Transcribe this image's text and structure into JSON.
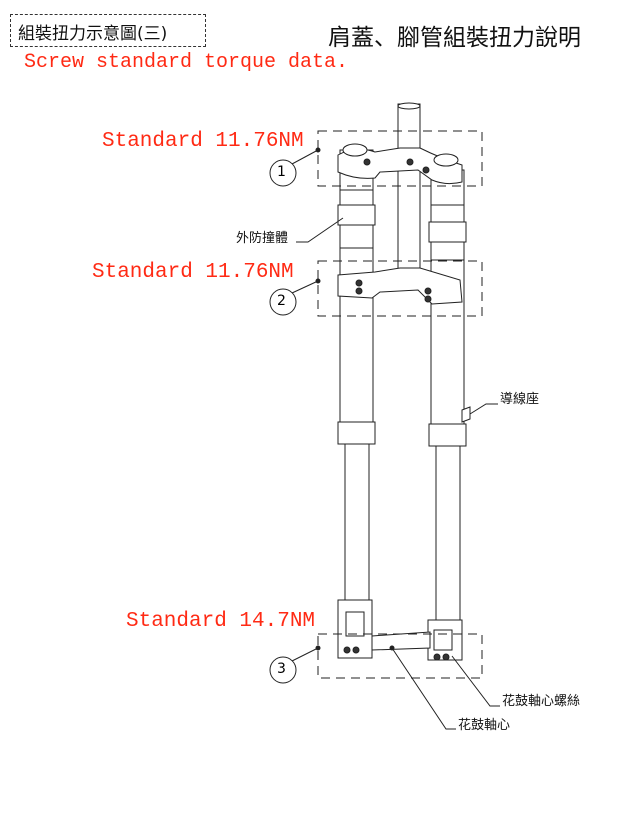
{
  "header": {
    "section_title": "組裝扭力示意圖(三)",
    "main_title": "肩蓋、腳管組裝扭力說明",
    "subtitle": "Screw standard torque data."
  },
  "torque_callouts": [
    {
      "number": "1",
      "label": "Standard 11.76NM"
    },
    {
      "number": "2",
      "label": "Standard 11.76NM"
    },
    {
      "number": "3",
      "label": "Standard 14.7NM"
    }
  ],
  "part_labels": {
    "outer_guard": "外防撞體",
    "cable_guide": "導線座",
    "axle_bolt": "花鼓軸心螺絲",
    "axle": "花鼓軸心"
  },
  "colors": {
    "accent": "#ff2a14",
    "line": "#222222"
  }
}
